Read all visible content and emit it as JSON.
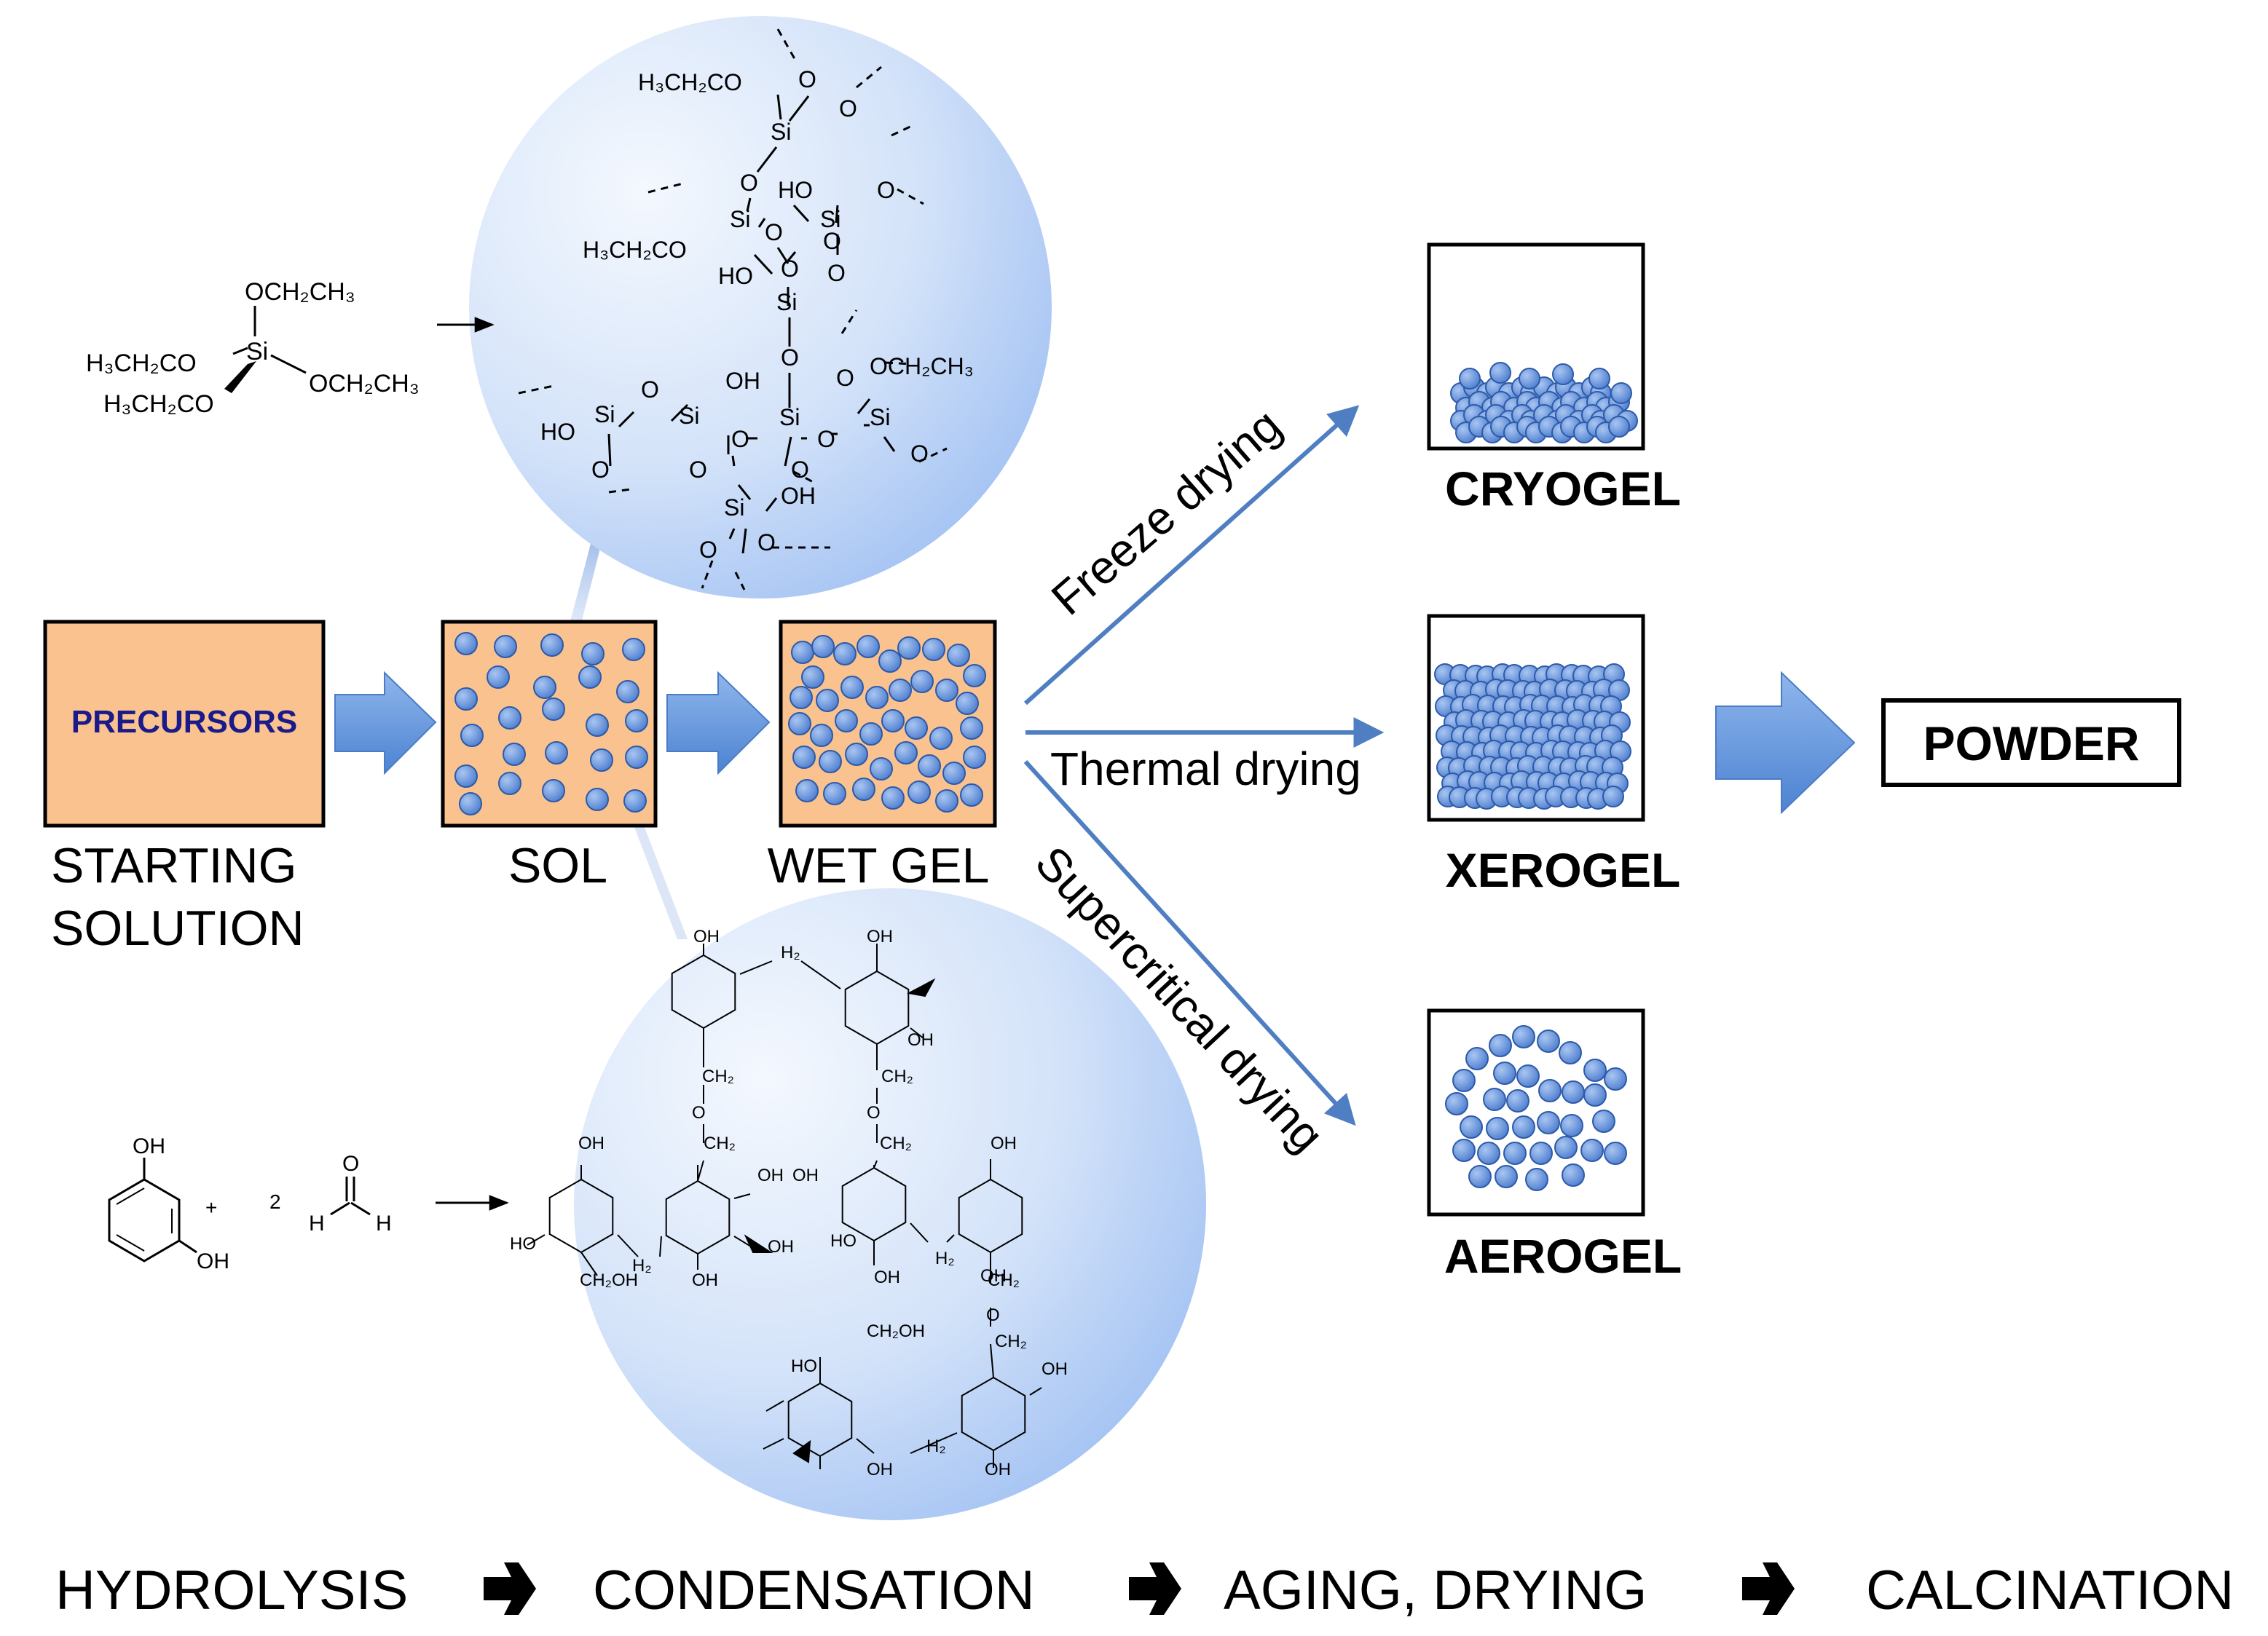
{
  "labels": {
    "precursors": "PRECURSORS",
    "starting_solution_line1": "STARTING",
    "starting_solution_line2": "SOLUTION",
    "sol": "SOL",
    "wet_gel": "WET GEL",
    "cryogel": "CRYOGEL",
    "xerogel": "XEROGEL",
    "aerogel": "AEROGEL",
    "powder": "POWDER"
  },
  "routes": {
    "freeze": "Freeze drying",
    "thermal": "Thermal drying",
    "supercritical": "Supercritical  drying"
  },
  "steps": [
    {
      "label": "HYDROLYSIS"
    },
    {
      "label": "CONDENSATION"
    },
    {
      "label": "AGING, DRYING"
    },
    {
      "label": "CALCINATION"
    }
  ],
  "silica": {
    "teos": {
      "top": "OCH₂CH₃",
      "left": "H₃CH₂CO",
      "si": "Si",
      "right": "OCH₂CH₃",
      "bottom": "H₃CH₂CO"
    },
    "network": [
      "H₃CH₂CO",
      "O",
      "O",
      "Si",
      "O",
      "HO",
      "Si",
      "O",
      "O",
      "Si",
      "O",
      "H₃CH₂CO",
      "HO",
      "O",
      "Si",
      "O",
      "O",
      "OCH₂CH₃",
      "O",
      "OH",
      "O",
      "HO",
      "Si",
      "Si",
      "O",
      "Si",
      "O",
      "Si",
      "O",
      "O",
      "O",
      "O",
      "OH",
      "Si",
      "O",
      "O"
    ]
  },
  "resin": {
    "monomer_oh_top": "OH",
    "monomer_oh_bottom": "OH",
    "plus": "+",
    "coef": "2",
    "formaldehyde_o": "O",
    "formaldehyde_h_left": "H",
    "formaldehyde_h_right": "H",
    "network": [
      "OH",
      "H₂",
      "OH",
      "OH",
      "CH₂",
      "CH₂",
      "O",
      "O",
      "CH₂",
      "CH₂",
      "OH",
      "OH",
      "OH",
      "OH",
      "HO",
      "OH",
      "HO",
      "OH",
      "H₂",
      "H₂",
      "CH₂OH",
      "OH",
      "OH",
      "CH₂",
      "O",
      "CH₂OH",
      "CH₂",
      "HO",
      "OH",
      "H₂",
      "OH",
      "OH"
    ]
  },
  "colors": {
    "precursor_fill": "#f9c28f",
    "particle": "#6f9be0",
    "particle_stroke": "#2d5aa8",
    "arrow_blue": "#5b92dc",
    "route_line": "#4f7fc2",
    "zoom_circle_light": "#f2f6fd",
    "zoom_circle_dark": "#9bbdf3",
    "precursor_text": "#1a1a8a"
  },
  "icons": {
    "process_arrow": "block-arrow-right-icon",
    "step_arrow": "bold-arrow-right-icon"
  }
}
